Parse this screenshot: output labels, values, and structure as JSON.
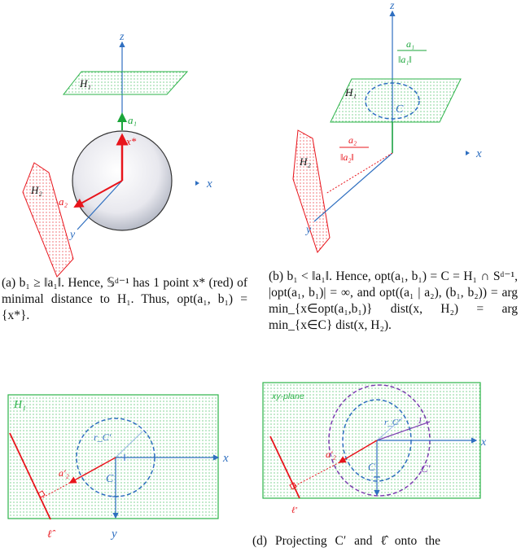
{
  "colors": {
    "plane_green": "#2db34a",
    "red": "#e8141b",
    "blue": "#2f6fc0",
    "purple": "#7b3fb0",
    "green_arrow": "#1aa53a"
  },
  "panel_a": {
    "labels": {
      "z": "z",
      "x": "x",
      "y": "y",
      "H1": "H₁",
      "H2": "H₂",
      "a1": "a₁",
      "a2": "a₂",
      "xstar": "x*"
    },
    "caption": "(a) b₁ ≥ ‖a₁‖. Hence, 𝕊ᵈ⁻¹ has 1 point x* (red) of minimal distance to H₁. Thus, opt(a₁, b₁) = {x*}."
  },
  "panel_b": {
    "labels": {
      "z": "z",
      "x": "x",
      "y": "y",
      "H1": "H₁",
      "H2": "H₂",
      "C": "C",
      "a1_num": "a₁",
      "a1_den": "‖a₁‖",
      "a2_num": "a₂",
      "a2_den": "‖a₂‖"
    },
    "caption": "(b) b₁ < ‖a₁‖. Hence, opt(a₁, b₁) = C = H₁ ∩ Sᵈ⁻¹, |opt(a₁, b₁)| = ∞, and opt((a₁ | a₂), (b₁, b₂)) = arg min_{x∈opt(a₁,b₁)} dist(x, H₂) = arg min_{x∈C} dist(x, H₂)."
  },
  "panel_c": {
    "labels": {
      "H1": "H₁",
      "x": "x",
      "y": "y",
      "C": "C",
      "rC": "r_C′",
      "a2p": "a′₂",
      "lhat": "ℓ̂"
    }
  },
  "panel_d": {
    "labels": {
      "plane": "xy-plane",
      "x": "x",
      "C": "C",
      "Cp": "C′",
      "rC": "r_C′",
      "one": "1",
      "a2p": "a′₂",
      "lp": "ℓ′"
    },
    "caption": "(d) Projecting C′ and ℓ̂ onto the"
  }
}
